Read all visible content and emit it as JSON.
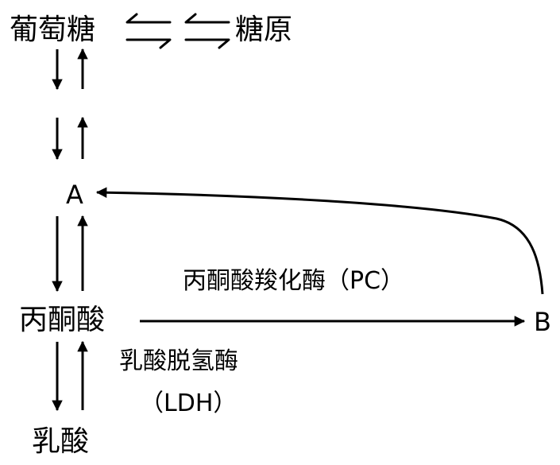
{
  "nodes": {
    "glucose": "葡萄糖",
    "glycogen": "糖原",
    "a": "A",
    "pyruvate": "丙酮酸",
    "b": "B",
    "lactate": "乳酸"
  },
  "enzymes": {
    "pc": "丙酮酸羧化酶（PC）",
    "ldh_name": "乳酸脱氢酶",
    "ldh_abbr": "（LDH）"
  }
}
